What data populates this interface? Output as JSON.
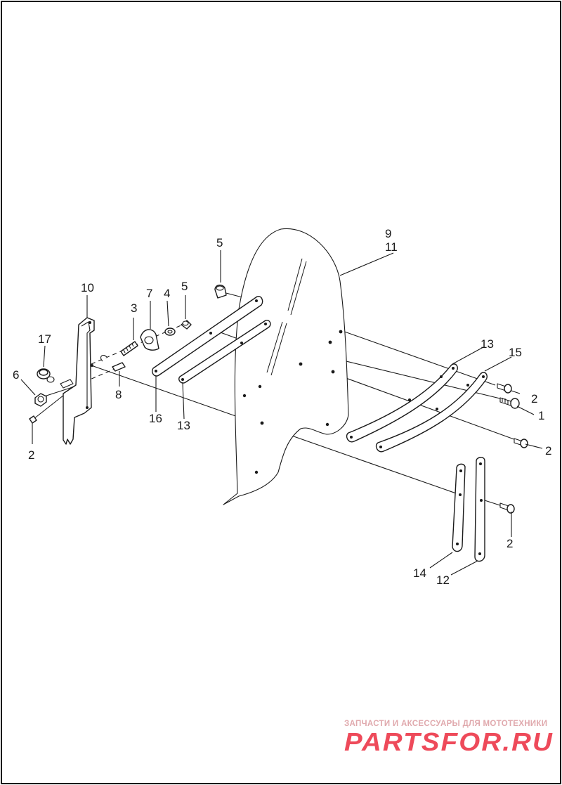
{
  "diagram": {
    "callouts": [
      {
        "id": "c1",
        "text": "1"
      },
      {
        "id": "c2a",
        "text": "2"
      },
      {
        "id": "c2b",
        "text": "2"
      },
      {
        "id": "c2c",
        "text": "2"
      },
      {
        "id": "c2d",
        "text": "2"
      },
      {
        "id": "c3",
        "text": "3"
      },
      {
        "id": "c4",
        "text": "4"
      },
      {
        "id": "c5a",
        "text": "5"
      },
      {
        "id": "c5b",
        "text": "5"
      },
      {
        "id": "c6",
        "text": "6"
      },
      {
        "id": "c7",
        "text": "7"
      },
      {
        "id": "c8",
        "text": "8"
      },
      {
        "id": "c9",
        "text": "9"
      },
      {
        "id": "c10",
        "text": "10"
      },
      {
        "id": "c11",
        "text": "11"
      },
      {
        "id": "c12",
        "text": "12"
      },
      {
        "id": "c13a",
        "text": "13"
      },
      {
        "id": "c13b",
        "text": "13"
      },
      {
        "id": "c14",
        "text": "14"
      },
      {
        "id": "c15",
        "text": "15"
      },
      {
        "id": "c16",
        "text": "16"
      },
      {
        "id": "c17",
        "text": "17"
      }
    ]
  },
  "watermark": {
    "tagline": "ЗАПЧАСТИ И АКСЕССУАРЫ ДЛЯ МОТОТЕХНИКИ",
    "logo": "PARTSFOR.RU"
  }
}
